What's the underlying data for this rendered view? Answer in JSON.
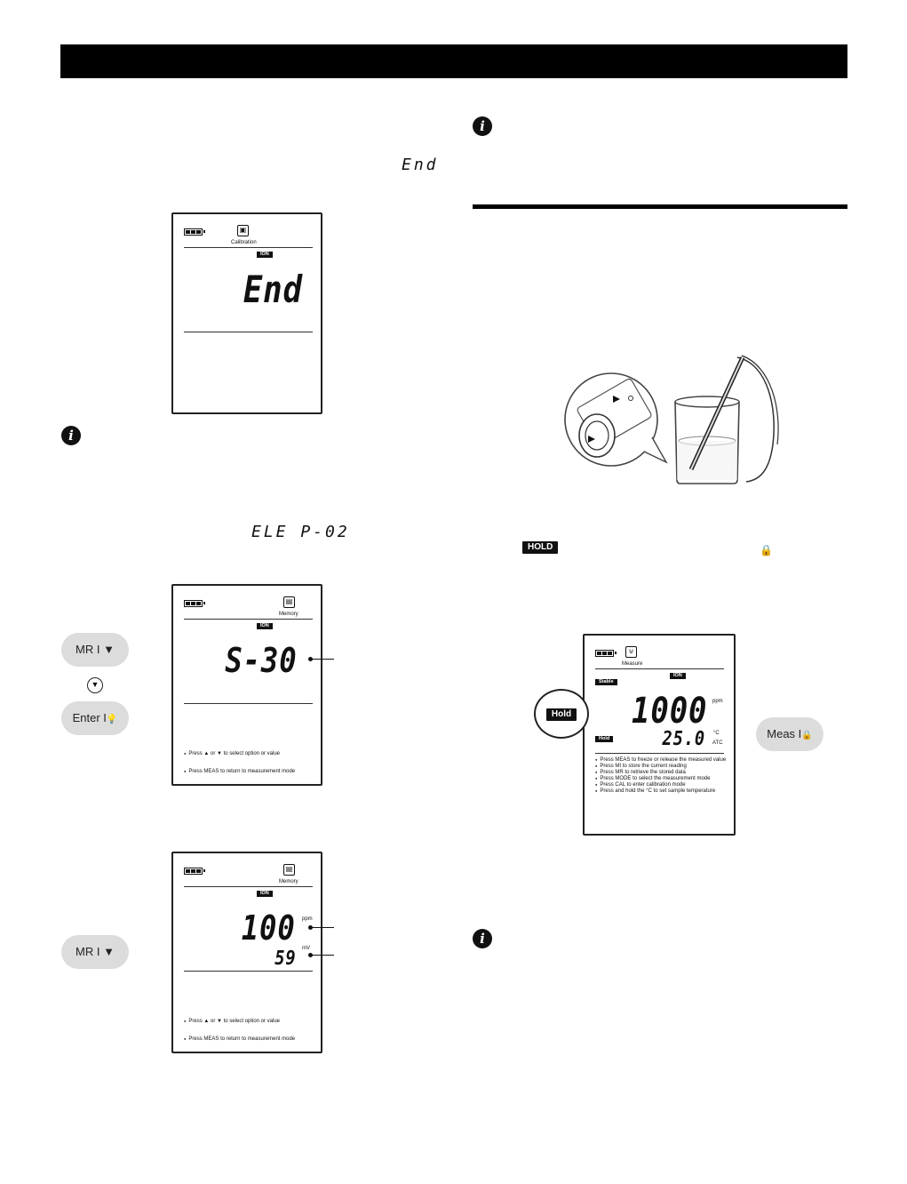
{
  "inline_displays": {
    "end_code": "End",
    "electrode_code": "ELE P-02"
  },
  "inline_badges": {
    "hold": "HOLD"
  },
  "lcd_calibration": {
    "mode_label": "Calibration",
    "mode_icon": "calibration-icon",
    "badge": "ION",
    "main_value": "End"
  },
  "lcd_memory_1": {
    "mode_label": "Memory",
    "mode_icon": "memory-icon",
    "badge": "ION",
    "main_value": "S-30",
    "hints": [
      "Press ▲ or ▼ to select option or value",
      "Press MEAS to return to measurement mode"
    ]
  },
  "lcd_memory_2": {
    "mode_label": "Memory",
    "mode_icon": "memory-icon",
    "badge": "ION",
    "main_value": "100",
    "main_unit": "ppm",
    "sub_value": "59",
    "sub_unit": "mV",
    "hints": [
      "Press ▲ or ▼ to select option or value",
      "Press MEAS to return to measurement mode"
    ]
  },
  "lcd_measure": {
    "mode_label": "Measure",
    "mode_icon": "measure-icon",
    "badge": "ION",
    "stable_badge": "Stable",
    "hold_badge": "Hold",
    "main_value": "1000",
    "main_unit": "ppm",
    "sub_value": "25.0",
    "sub_unit_top": "°C",
    "sub_unit_bottom": "ATC",
    "hints": [
      "Press MEAS to freeze or release the measured value",
      "Press MI to store the current reading",
      "Press MR to retrieve the stored data",
      "Press MODE to select the measurement mode",
      "Press CAL to enter calibration mode",
      "Press and hold the °C to set sample temperature"
    ]
  },
  "buttons": {
    "mr_down_1": "MR I ▼",
    "down_arrow": "▼",
    "enter_light": "Enter I",
    "mr_down_2": "MR I ▼",
    "meas_lock": "Meas I"
  },
  "hold_bubble": "Hold",
  "icons": {
    "info": "i",
    "lock": "🔒",
    "bulb": "💡"
  }
}
